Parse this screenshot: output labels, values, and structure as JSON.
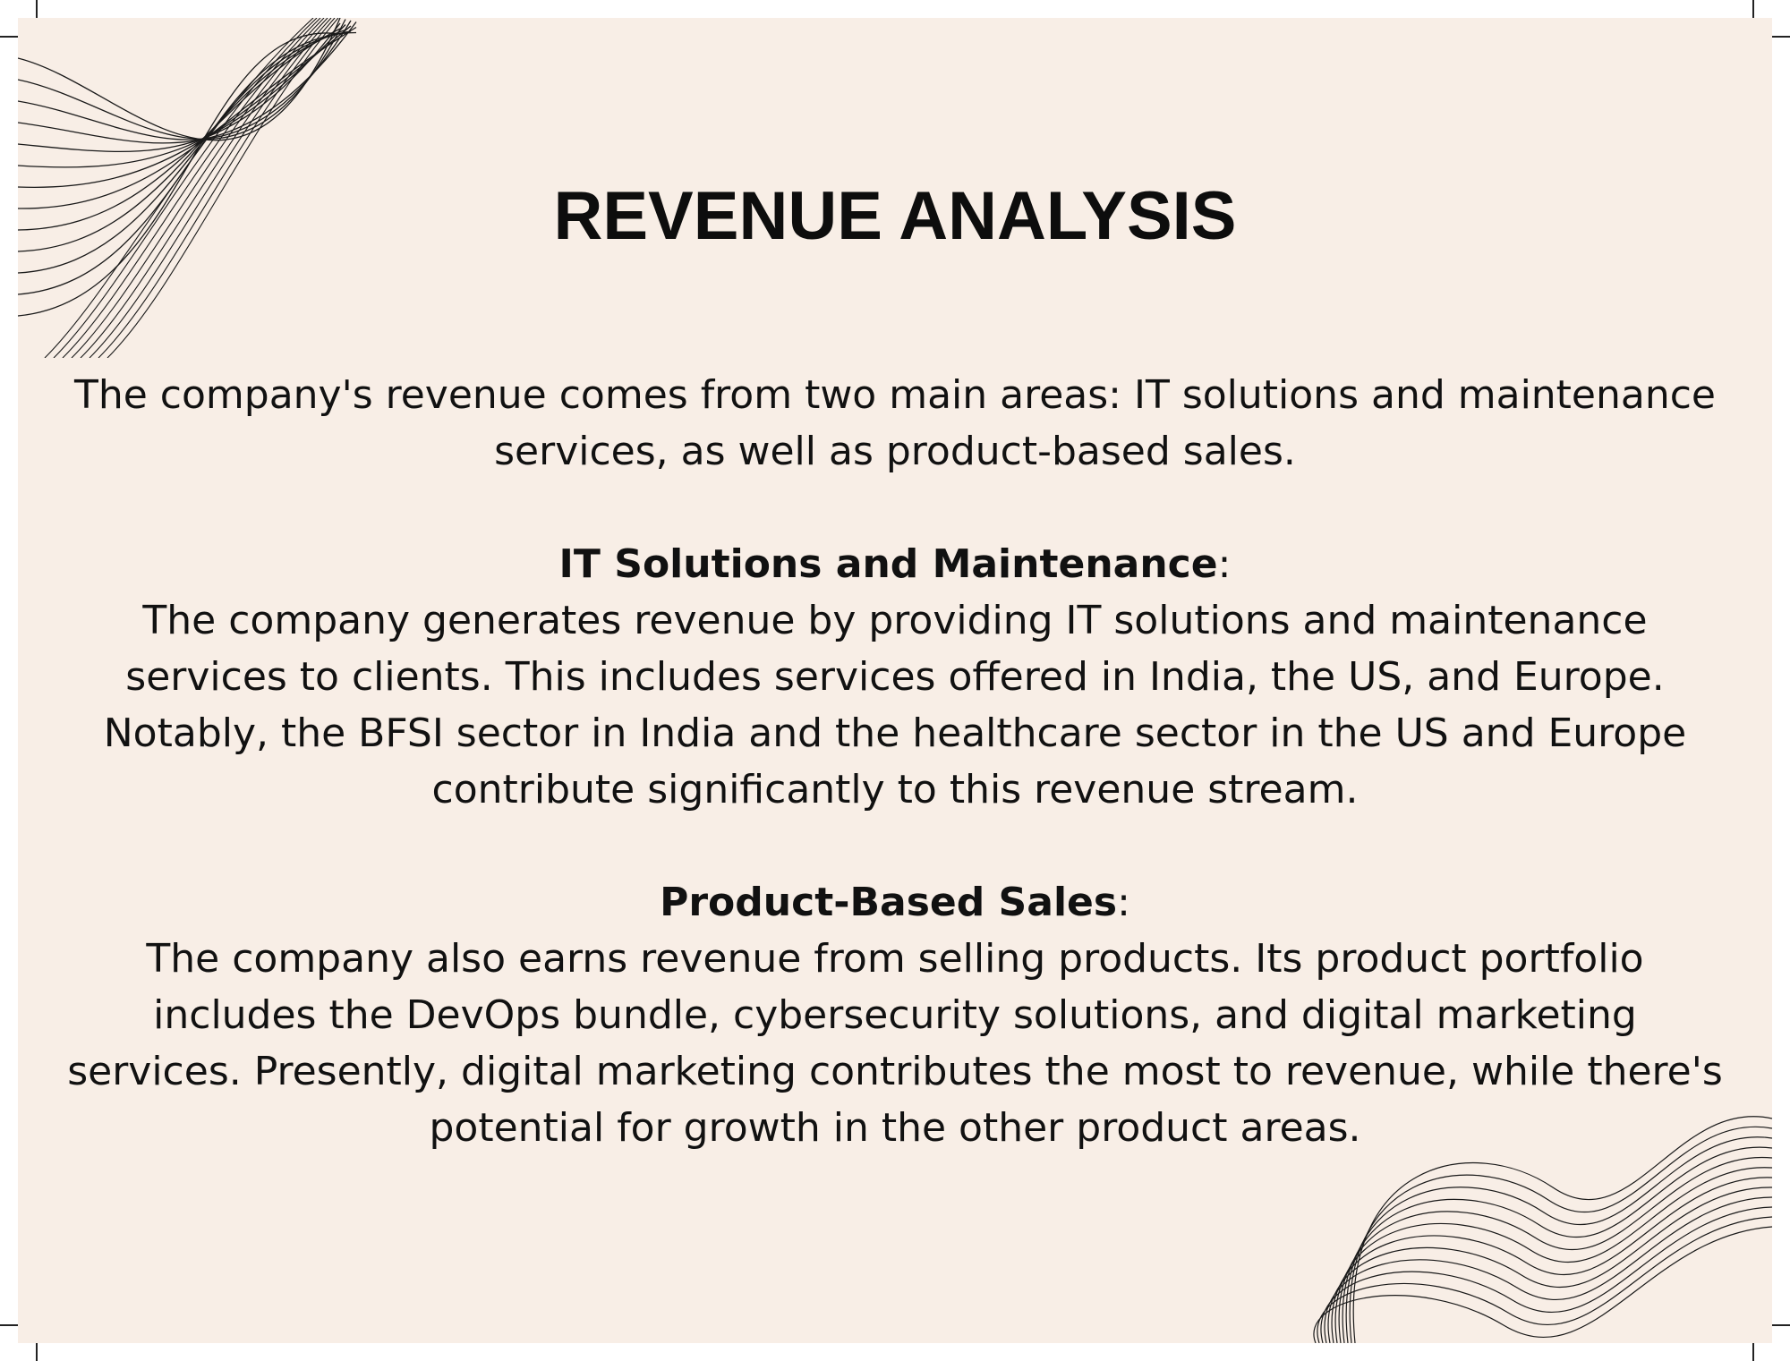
{
  "document": {
    "title": "REVENUE ANALYSIS",
    "intro": "The company's revenue comes from two main areas: IT solutions and maintenance services, as well as product-based sales.",
    "sections": [
      {
        "heading": "IT Solutions and Maintenance",
        "colon": ":",
        "body": "The company generates revenue by providing IT solutions and maintenance services to clients. This includes services offered in India, the US, and Europe. Notably, the BFSI sector in India and the healthcare sector in the US and Europe contribute significantly to this revenue stream."
      },
      {
        "heading": "Product-Based Sales",
        "colon": ":",
        "body": "The company also earns revenue from selling products. Its product portfolio includes the DevOps bundle, cybersecurity solutions, and digital marketing services. Presently, digital marketing contributes the most to revenue, while there's potential for growth in the other product areas."
      }
    ]
  },
  "colors": {
    "page_background": "#f8eee6",
    "text": "#111111",
    "line_art": "#1a1a1a"
  }
}
